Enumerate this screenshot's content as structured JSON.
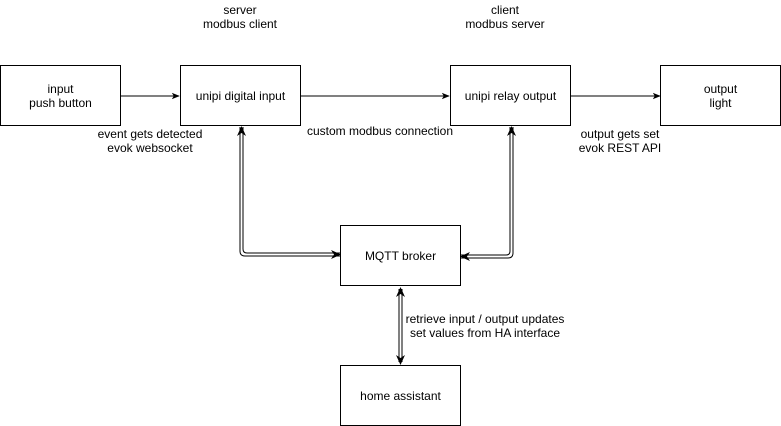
{
  "nodes": {
    "input": {
      "line1": "input",
      "line2": "push button"
    },
    "digital_input": {
      "label": "unipi digital input"
    },
    "relay_output": {
      "label": "unipi relay output"
    },
    "output": {
      "line1": "output",
      "line2": "light"
    },
    "mqtt": {
      "label": "MQTT broker"
    },
    "home_assistant": {
      "label": "home assistant"
    }
  },
  "labels": {
    "server": {
      "line1": "server",
      "line2": "modbus client"
    },
    "client": {
      "line1": "client",
      "line2": "modbus server"
    },
    "event": {
      "line1": "event gets detected",
      "line2": "evok websocket"
    },
    "modbus_conn": {
      "text": "custom modbus connection"
    },
    "output_set": {
      "line1": "output gets set",
      "line2": "evok REST API"
    },
    "retrieve": {
      "line1": "retrieve input / output updates",
      "line2": "set values from HA interface"
    }
  },
  "colors": {
    "stroke": "#000000",
    "fill": "#ffffff"
  }
}
